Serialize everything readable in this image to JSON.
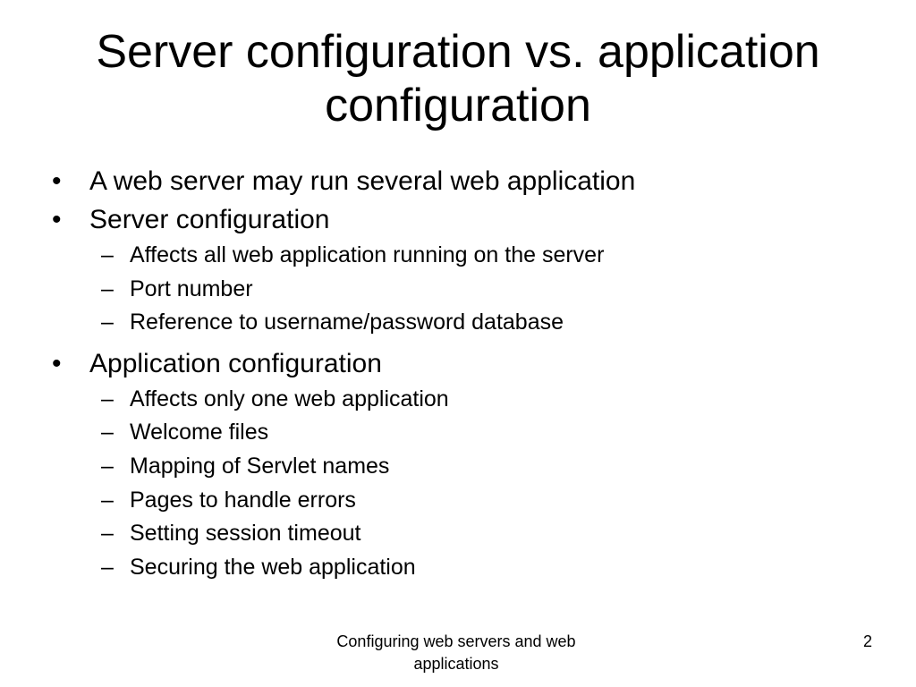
{
  "slide": {
    "title": "Server configuration vs. application configuration",
    "bullet_glyph": "•",
    "dash_glyph": "–",
    "items": [
      {
        "text": "A web server may run several web application",
        "subitems": []
      },
      {
        "text": "Server configuration",
        "subitems": [
          "Affects all web application running on the server",
          "Port number",
          "Reference to username/password database"
        ]
      },
      {
        "text": "Application configuration",
        "subitems": [
          "Affects only one web application",
          "Welcome files",
          "Mapping of Servlet names",
          "Pages to handle errors",
          "Setting session timeout",
          "Securing the web application"
        ]
      }
    ],
    "footer": "Configuring web servers and web applications",
    "page_number": "2"
  }
}
